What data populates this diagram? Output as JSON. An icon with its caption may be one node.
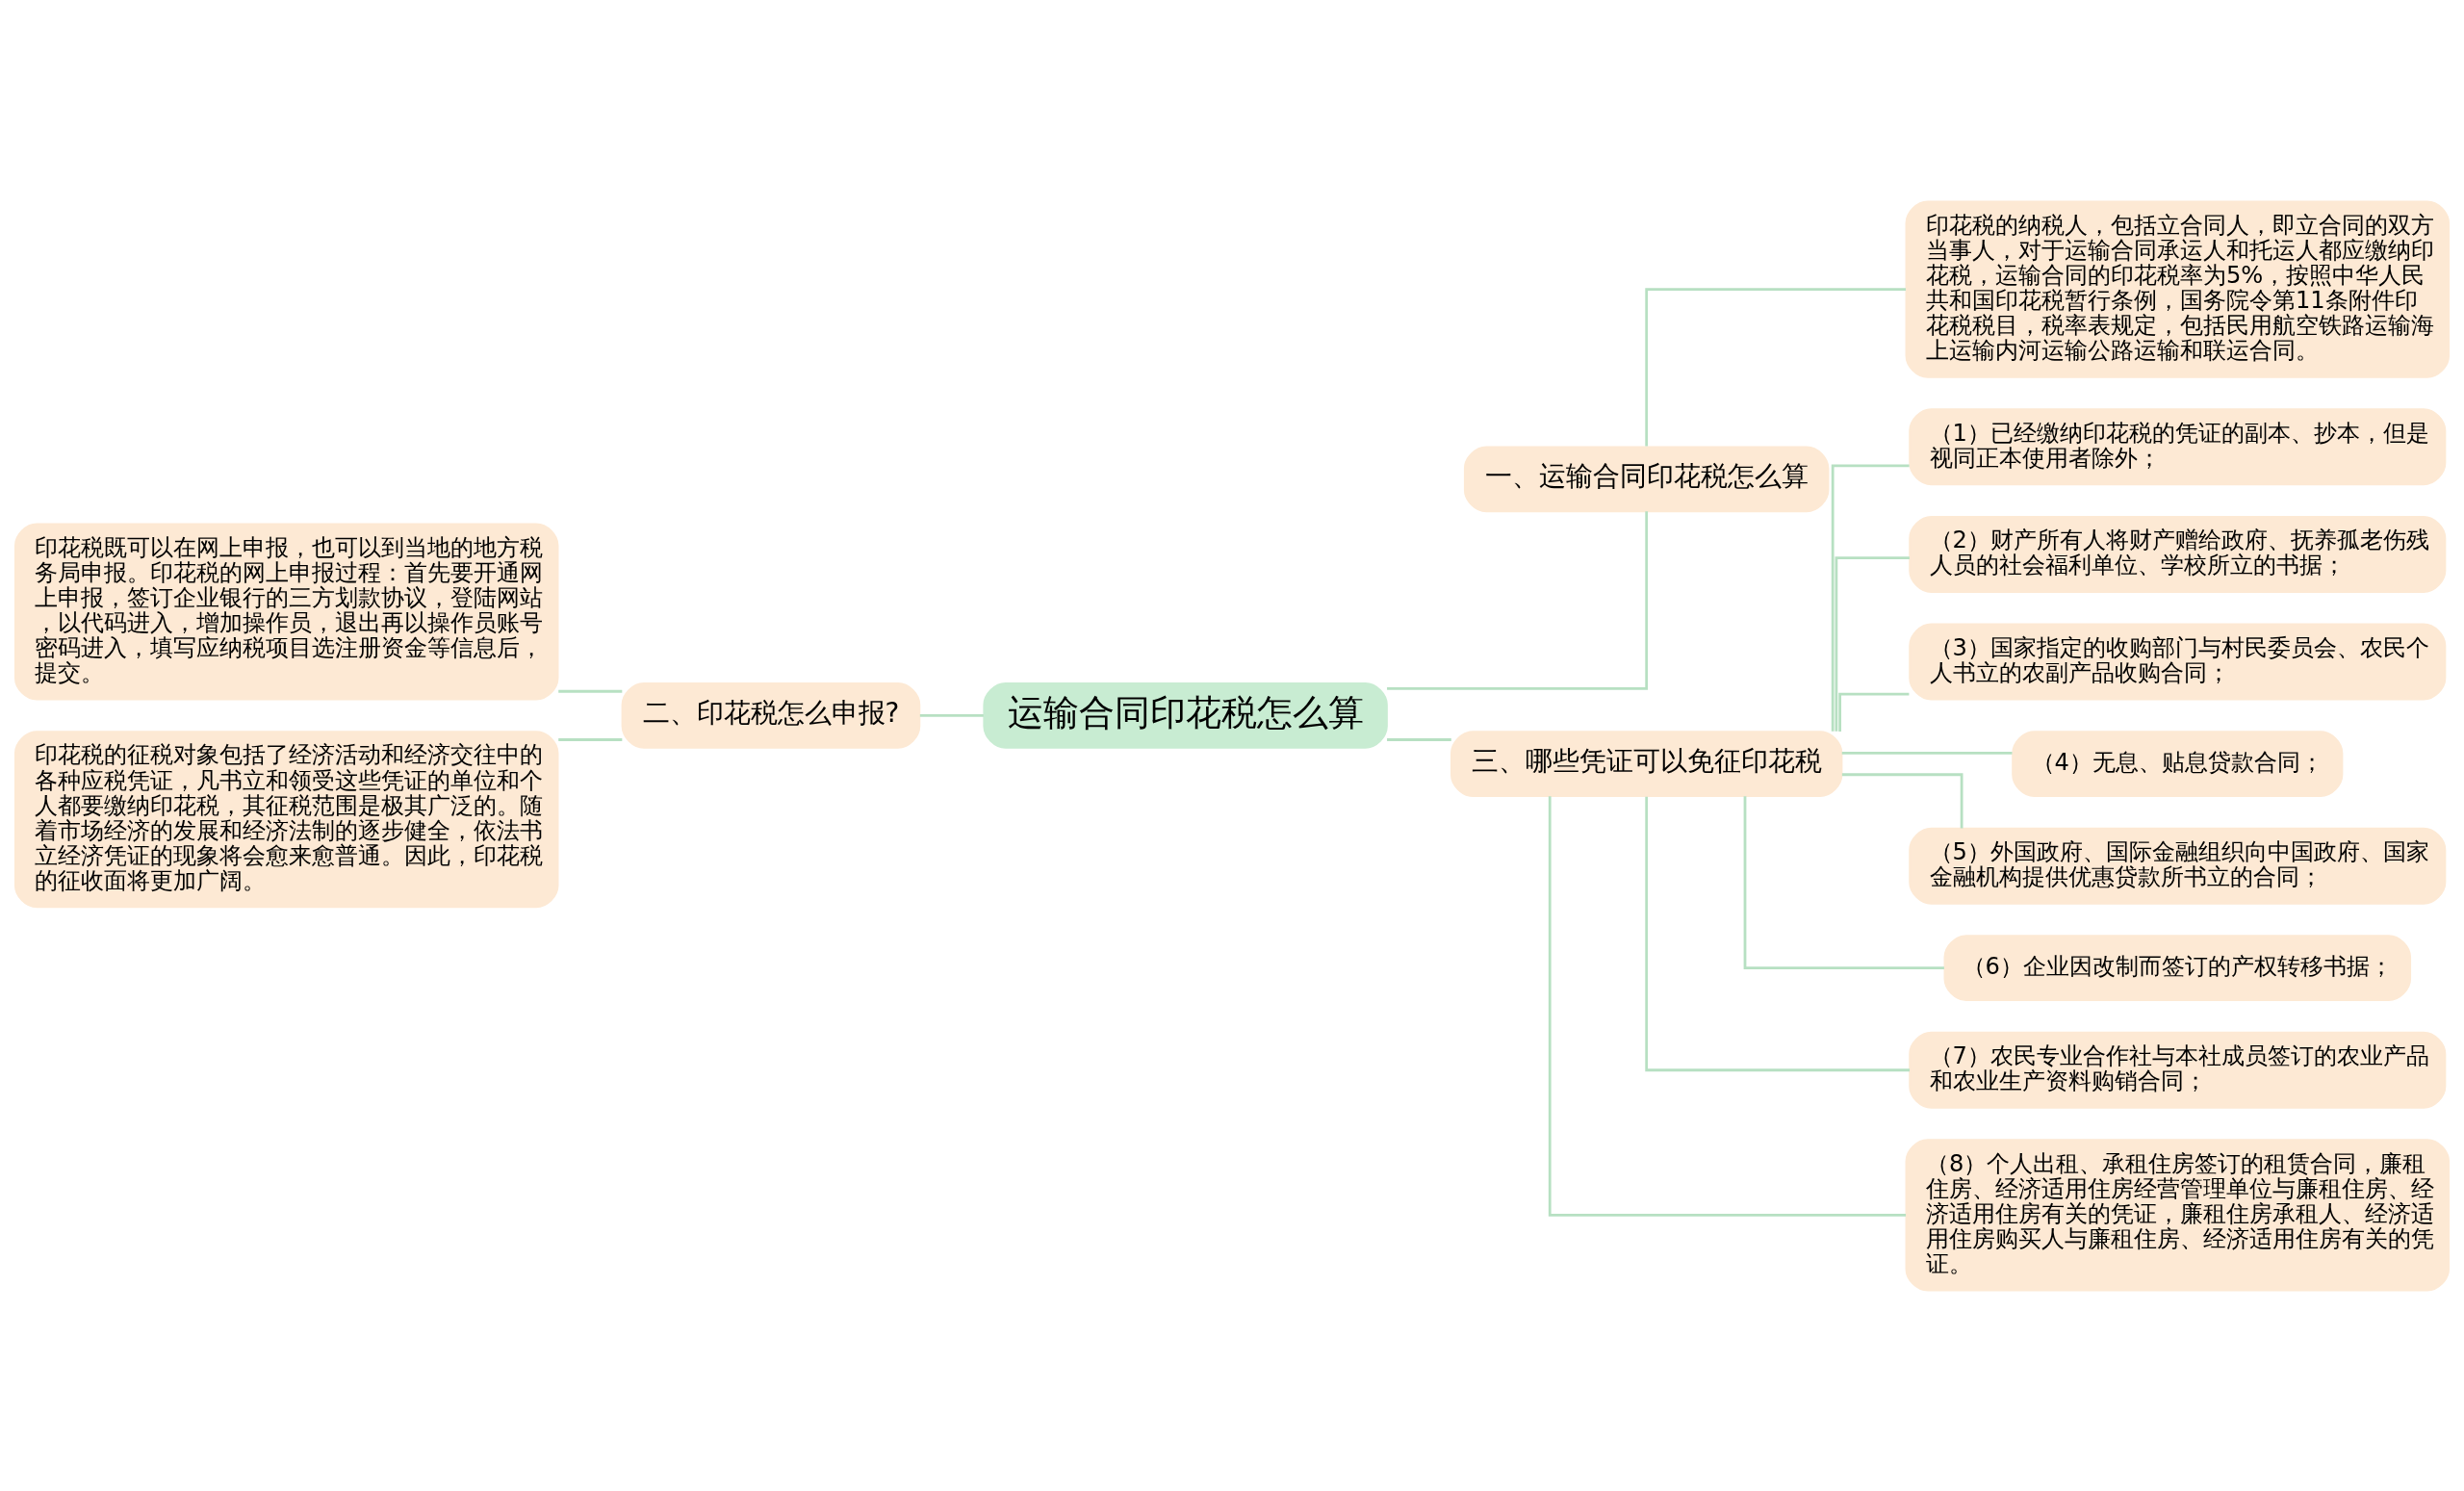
{
  "diagram": {
    "nodes": [
      {
        "text": [
          "运输合同印花税怎么算"
        ]
      },
      {
        "text": [
          "二、印花税怎么申报?"
        ]
      },
      {
        "text": [
          "印花税既可以在网上申报，也可以到当地的地方税务局申报。印花税的网上申报过程：首先要开通网上申报，签订企业银行的三方划款协议，登陆网站，以代码进入，增加操作员，退出再以操作员账号密码进入，填写应纳税项目选注册资金等信息后，提交。"
        ]
      },
      {
        "text": [
          "印花税的征税对象包括了经济活动和经济交往中的各种应税凭证，凡书立和领受这些凭证的单位和个人都要缴纳印花税，其征税范围是极其广泛的。随着市场经济的发展和经济法制的逐步健全，依法书立经济凭证的现象将会愈来愈普通。因此，印花税的征收面将更加广阔。"
        ]
      },
      {
        "text": [
          "一、运输合同印花税怎么算"
        ]
      },
      {
        "text": [
          "印花税的纳税人，包括立合同人，即立合同的双方当事人，对于运输合同承运人和托运人都应缴纳印花税，运输合同的印花税率为5%，按照中华人民共和国印花税暂行条例，国务院令第11条附件印花税税目，税率表规定，包括民用航空铁路运输海上运输内河运输公路运输和联运合同。"
        ]
      },
      {
        "text": [
          "三、哪些凭证可以免征印花税"
        ]
      },
      {
        "text": [
          "（1）已经缴纳印花税的凭证的副本、抄本，但是视同正本使用者除外；"
        ]
      },
      {
        "text": [
          "（2）财产所有人将财产赠给政府、抚养孤老伤残人员的社会福利单位、学校所立的书据；"
        ]
      },
      {
        "text": [
          "（3）国家指定的收购部门与村民委员会、农民个人书立的农副产品收购合同；"
        ]
      },
      {
        "text": [
          "（4）无息、贴息贷款合同；"
        ]
      },
      {
        "text": [
          "（5）外国政府、国际金融组织向中国政府、国家金融机构提供优惠贷款所书立的合同；"
        ]
      },
      {
        "text": [
          "（6）企业因改制而签订的产权转移书据；"
        ]
      },
      {
        "text": [
          "（7）农民专业合作社与本社成员签订的农业产品和农业生产资料购销合同；"
        ]
      },
      {
        "text": [
          "（8）个人出租、承租住房签订的租赁合同，廉租住房、经济适用住房经营管理单位与廉租住房、经济适用住房有关的凭证，廉租住房承租人、经济适用住房购买人与廉租住房、经济适用住房有关的凭证。"
        ]
      }
    ],
    "edges": [
      {
        "from": 0,
        "to": 1,
        "arrow": "none"
      },
      {
        "from": 1,
        "to": 2,
        "arrow": "none"
      },
      {
        "from": 1,
        "to": 3,
        "arrow": "none"
      },
      {
        "from": 0,
        "to": 4,
        "arrow": "none"
      },
      {
        "from": 4,
        "to": 5,
        "arrow": "none"
      },
      {
        "from": 0,
        "to": 6,
        "arrow": "none"
      },
      {
        "from": 6,
        "to": 7,
        "arrow": "none"
      },
      {
        "from": 6,
        "to": 8,
        "arrow": "none"
      },
      {
        "from": 6,
        "to": 9,
        "arrow": "none"
      },
      {
        "from": 6,
        "to": 10,
        "arrow": "none"
      },
      {
        "from": 6,
        "to": 11,
        "arrow": "none"
      },
      {
        "from": 6,
        "to": 12,
        "arrow": "none"
      },
      {
        "from": 6,
        "to": 13,
        "arrow": "none"
      },
      {
        "from": 6,
        "to": 14,
        "arrow": "none"
      }
    ]
  }
}
